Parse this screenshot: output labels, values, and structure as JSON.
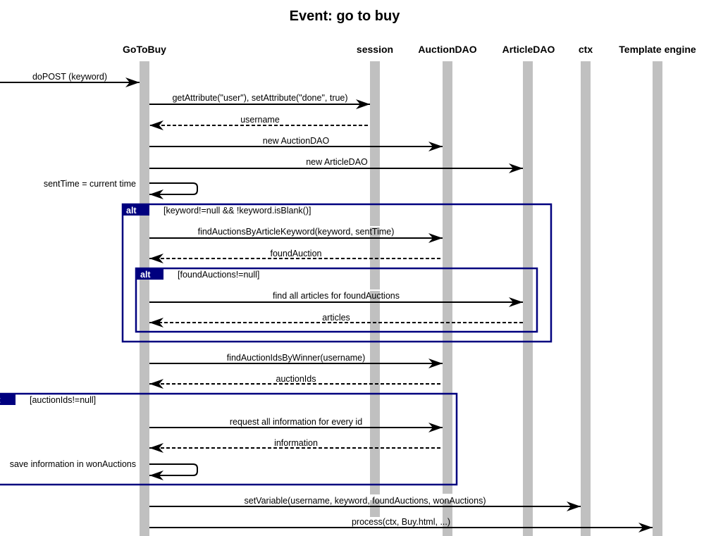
{
  "title": "Event: go to buy",
  "participants": {
    "gotobuy": "GoToBuy",
    "session": "session",
    "auctiondao": "AuctionDAO",
    "articledao": "ArticleDAO",
    "ctx": "ctx",
    "template": "Template engine"
  },
  "messages": {
    "m1": "doPOST (keyword)",
    "m2": "getAttribute(\"user\"), setAttribute(\"done\", true)",
    "m3": "username",
    "m4": "new AuctionDAO",
    "m5": "new ArticleDAO",
    "m6": "sentTime = current time",
    "m7": "findAuctionsByArticleKeyword(keyword, sentTime)",
    "m8": "foundAuction",
    "m9": "find all articles for foundAuctions",
    "m10": "articles",
    "m11": "findAuctionIdsByWinner(username)",
    "m12": "auctionIds",
    "m13": "request all information for every id",
    "m14": "information",
    "m15": "save information in wonAuctions",
    "m16": "setVariable(username, keyword, foundAuctions, wonAuctions)",
    "m17": "process(ctx, Buy.html, ...)"
  },
  "fragments": {
    "alt1": {
      "tag": "alt",
      "guard": "[keyword!=null && !keyword.isBlank()]"
    },
    "alt2": {
      "tag": "alt",
      "guard": "[foundAuctions!=null]"
    },
    "alt3": {
      "tag": "alt",
      "guard": "[auctionIds!=null]"
    }
  },
  "colors": {
    "frame": "#00007f",
    "lifeline": "#c0c0c0",
    "arrow": "#000000"
  }
}
